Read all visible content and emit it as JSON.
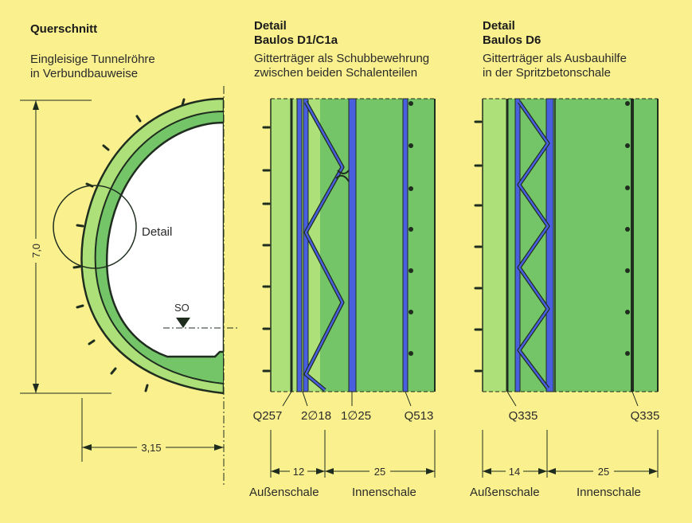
{
  "colors": {
    "background": "#faf18e",
    "light_green": "#aee07a",
    "mid_green": "#74c468",
    "steel_blue": "#4a5fe0",
    "outline": "#1f2d1f"
  },
  "section": {
    "title": "Querschnitt",
    "desc_line1": "Eingleisige Tunnelröhre",
    "desc_line2": "in Verbundbauweise",
    "detail_label": "Detail",
    "so_label": "SO",
    "height_dim": "7,0",
    "width_dim": "3,15"
  },
  "detail1": {
    "title_line1": "Detail",
    "title_line2": "Baulos D1/C1a",
    "desc_line1": "Gitterträger als Schubbewehrung",
    "desc_line2": "zwischen beiden Schalenteilen",
    "labels": [
      "Q257",
      "2∅18",
      "1∅25",
      "Q513"
    ],
    "dim_outer": "12",
    "dim_inner": "25",
    "outer_label": "Außenschale",
    "inner_label": "Innenschale"
  },
  "detail2": {
    "title_line1": "Detail",
    "title_line2": "Baulos D6",
    "desc_line1": "Gitterträger als Ausbauhilfe",
    "desc_line2": "in der Spritzbetonschale",
    "labels": [
      "Q335",
      "Q335"
    ],
    "dim_outer": "14",
    "dim_inner": "25",
    "outer_label": "Außenschale",
    "inner_label": "Innenschale"
  }
}
